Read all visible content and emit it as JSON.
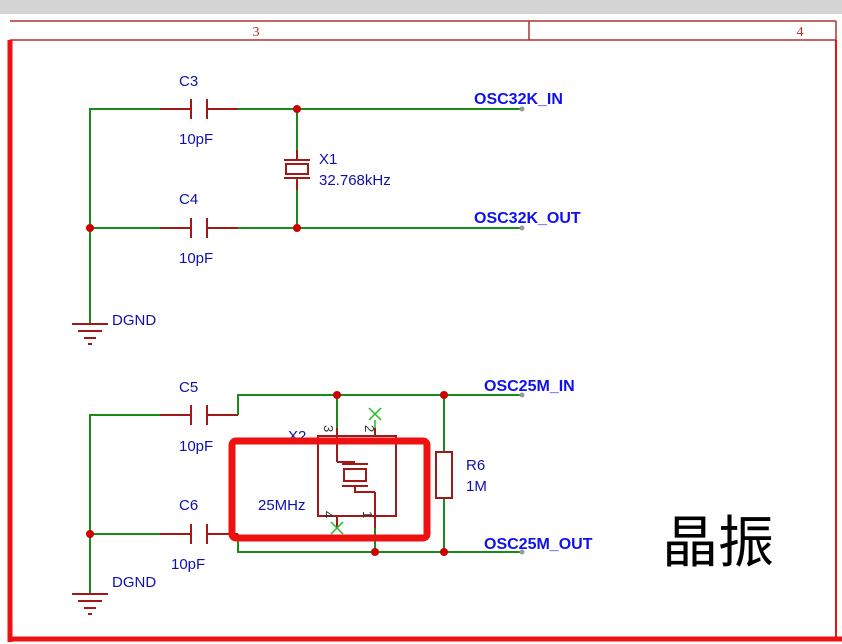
{
  "ruler": {
    "col3": "3",
    "col4": "4"
  },
  "colors": {
    "wire": "#1a8a1a",
    "part": "#a01818",
    "net": "#1010ee",
    "highlight": "#ee1111",
    "border": "#ee1111"
  },
  "components": {
    "c3": {
      "ref": "C3",
      "value": "10pF"
    },
    "c4": {
      "ref": "C4",
      "value": "10pF"
    },
    "x1": {
      "ref": "X1",
      "value": "32.768kHz"
    },
    "c5": {
      "ref": "C5",
      "value": "10pF"
    },
    "c6": {
      "ref": "C6",
      "value": "10pF"
    },
    "x2": {
      "ref": "X2",
      "value": "25MHz",
      "pins": [
        "3",
        "2",
        "4",
        "1"
      ]
    },
    "r6": {
      "ref": "R6",
      "value": "1M"
    }
  },
  "nets": {
    "osc32k_in": "OSC32K_IN",
    "osc32k_out": "OSC32K_OUT",
    "osc25m_in": "OSC25M_IN",
    "osc25m_out": "OSC25M_OUT",
    "gnd_top": "DGND",
    "gnd_bottom": "DGND"
  },
  "annotation": {
    "caption": "晶振"
  }
}
